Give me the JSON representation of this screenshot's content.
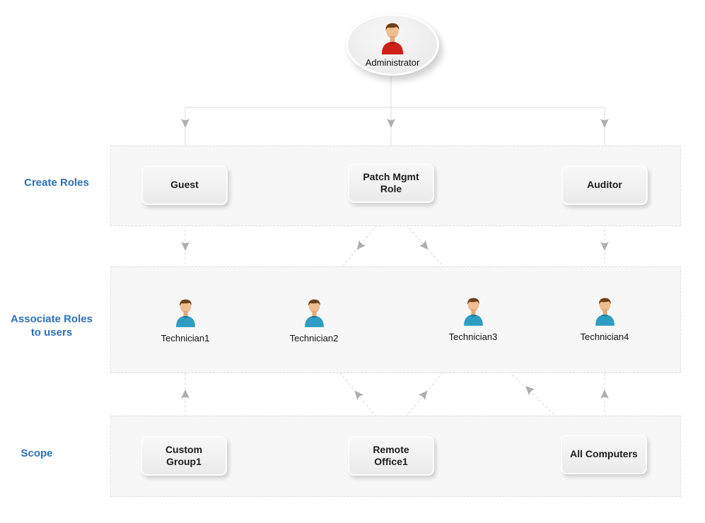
{
  "diagram": {
    "root": {
      "label": "Administrator",
      "icon": "person-red-shirt-icon"
    },
    "rows": [
      {
        "label": "Create Roles",
        "nodes": [
          {
            "label": "Guest"
          },
          {
            "label": "Patch Mgmt Role"
          },
          {
            "label": "Auditor"
          }
        ]
      },
      {
        "label": "Associate Roles to users",
        "nodes": [
          {
            "label": "Technician1",
            "icon": "person-teal-shirt-icon"
          },
          {
            "label": "Technician2",
            "icon": "person-teal-shirt-icon"
          },
          {
            "label": "Technician3",
            "icon": "person-teal-shirt-icon"
          },
          {
            "label": "Technician4",
            "icon": "person-teal-shirt-icon"
          }
        ]
      },
      {
        "label": "Scope",
        "nodes": [
          {
            "label": "Custom Group1"
          },
          {
            "label": "Remote Office1"
          },
          {
            "label": "All Computers"
          }
        ]
      }
    ],
    "edges": [
      {
        "from": "Administrator",
        "to": "Guest"
      },
      {
        "from": "Administrator",
        "to": "Patch Mgmt Role"
      },
      {
        "from": "Administrator",
        "to": "Auditor"
      },
      {
        "from": "Guest",
        "to": "Technician1"
      },
      {
        "from": "Patch Mgmt Role",
        "to": "Technician2"
      },
      {
        "from": "Patch Mgmt Role",
        "to": "Technician3"
      },
      {
        "from": "Auditor",
        "to": "Technician4"
      },
      {
        "from": "Custom Group1",
        "to": "Technician1"
      },
      {
        "from": "Remote Office1",
        "to": "Technician2"
      },
      {
        "from": "Remote Office1",
        "to": "Technician3"
      },
      {
        "from": "All Computers",
        "to": "Technician3"
      },
      {
        "from": "All Computers",
        "to": "Technician4"
      }
    ],
    "colors": {
      "stage_label_blue": "#2c70b4",
      "band_background": "#f7f7f7",
      "band_border": "#dddddd",
      "connector_line": "#d8d8d8",
      "arrowhead": "#afafaf",
      "node_text": "#1c1c1c",
      "admin_shirt_red": "#cf2018",
      "technician_shirt_teal": "#2e9dc3"
    }
  }
}
